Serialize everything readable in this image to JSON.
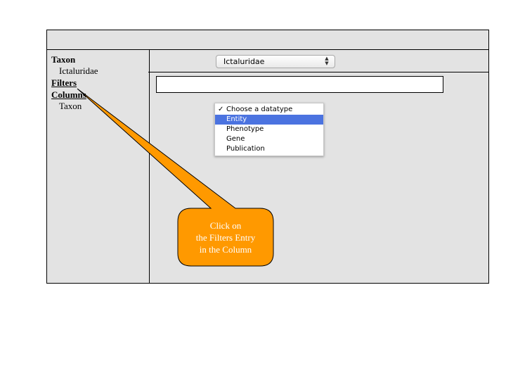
{
  "sidebar": {
    "taxon_heading": "Taxon",
    "taxon_value": "Ictaluridae",
    "filters_link": "Filters",
    "columns_link": "Columns",
    "columns_item": "Taxon"
  },
  "taxon_select": {
    "value": "Ictaluridae",
    "arrow_icon": "up-down-arrows-icon"
  },
  "datatype_menu": {
    "items": [
      {
        "label": "Choose a datatype",
        "checked": true,
        "highlighted": false
      },
      {
        "label": "Entity",
        "checked": false,
        "highlighted": true
      },
      {
        "label": "Phenotype",
        "checked": false,
        "highlighted": false
      },
      {
        "label": "Gene",
        "checked": false,
        "highlighted": false
      },
      {
        "label": "Publication",
        "checked": false,
        "highlighted": false
      }
    ],
    "check_glyph": "✓",
    "highlight_color": "#4b73e0"
  },
  "callout": {
    "line1": "Click on",
    "line2": "the Filters Entry",
    "line3": "in the Column",
    "fill_color": "#ff9900"
  }
}
